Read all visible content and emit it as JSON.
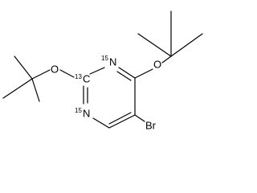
{
  "molecule": {
    "atoms": {
      "o_left": {
        "symbol": "O"
      },
      "c2": {
        "isotope": "13",
        "symbol": "C"
      },
      "n3": {
        "isotope": "15",
        "symbol": "N"
      },
      "n1": {
        "isotope": "15",
        "symbol": "N"
      },
      "o_right": {
        "symbol": "O"
      },
      "br": {
        "symbol": "Br"
      }
    }
  }
}
